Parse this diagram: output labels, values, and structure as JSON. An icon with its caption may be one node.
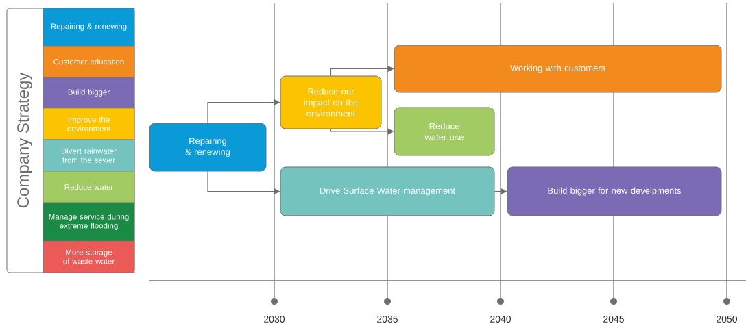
{
  "diagram": {
    "nodes": [
      {
        "text": [
          "Repairing & renewing"
        ]
      },
      {
        "text": [
          "Reduce our impact on the environment"
        ]
      },
      {
        "text": [
          "Working with customers"
        ]
      },
      {
        "text": [
          "Reduce water use"
        ]
      },
      {
        "text": [
          "Drive Surface Water management"
        ]
      },
      {
        "text": [
          "Build bigger for new develpments"
        ]
      }
    ],
    "edges": [
      {
        "from": 0,
        "to": 1,
        "arrow": "to"
      },
      {
        "from": 0,
        "to": 4,
        "arrow": "to"
      },
      {
        "from": 1,
        "to": 2,
        "arrow": "to"
      },
      {
        "from": 1,
        "to": 3,
        "arrow": "to"
      },
      {
        "from": 4,
        "to": 5,
        "arrow": "to"
      }
    ],
    "labels": [
      "Company Strategy",
      "2030",
      "2035",
      "2040",
      "2045",
      "2050"
    ],
    "legend": [
      {
        "text": "Repairing & renewing",
        "color": "#0a9ad8"
      },
      {
        "text": "Customer education",
        "color": "#f28a1e"
      },
      {
        "text": "Build bigger",
        "color": "#7b6bb5"
      },
      {
        "text": "Improve the environment",
        "color": "#fcc400"
      },
      {
        "text": "Divert rainwater from the sewer",
        "color": "#74c3bf"
      },
      {
        "text": "Reduce water",
        "color": "#a2cc63"
      },
      {
        "text": "Manage service during extreme flooding",
        "color": "#1b8a45"
      },
      {
        "text": "More storage of waste water",
        "color": "#ec5a57"
      }
    ]
  }
}
